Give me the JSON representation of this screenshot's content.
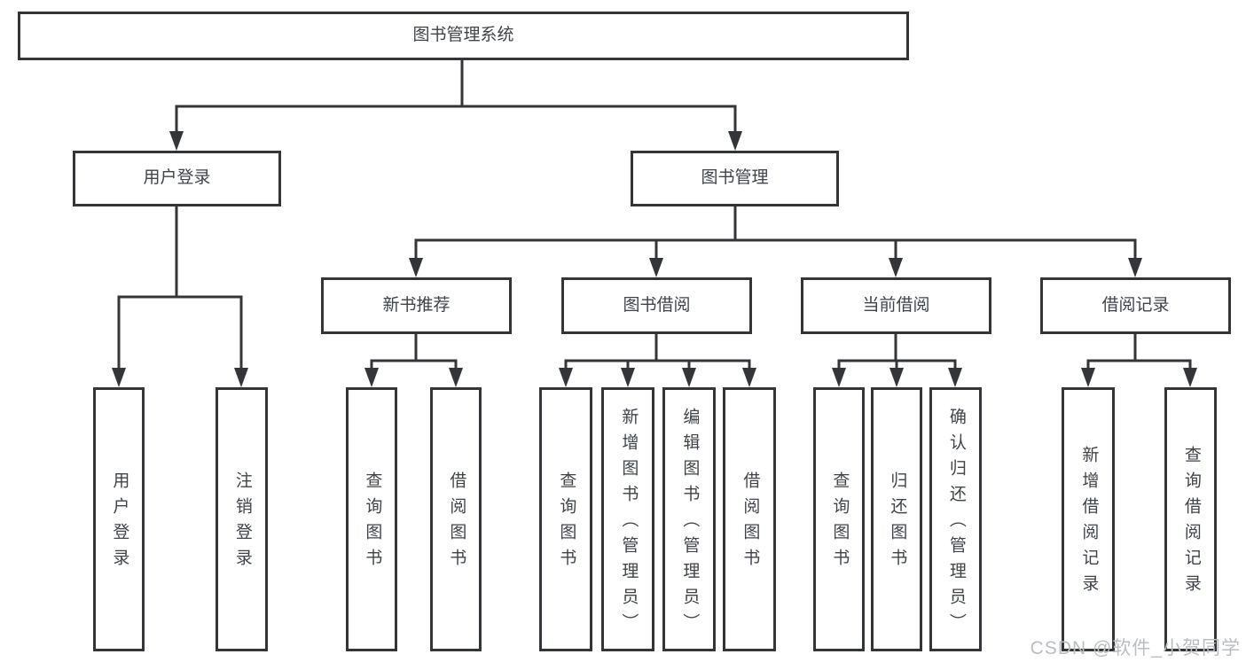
{
  "tree": {
    "root": {
      "label": "图书管理系统"
    },
    "user_login": {
      "label": "用户登录",
      "children": [
        {
          "label": "用户登录"
        },
        {
          "label": "注销登录"
        }
      ]
    },
    "book_mgmt": {
      "label": "图书管理",
      "children": [
        {
          "label": "新书推荐",
          "children": [
            {
              "label": "查询图书"
            },
            {
              "label": "借阅图书"
            }
          ]
        },
        {
          "label": "图书借阅",
          "children": [
            {
              "label": "查询图书"
            },
            {
              "label": "新增图书（管理员）"
            },
            {
              "label": "编辑图书（管理员）"
            },
            {
              "label": "借阅图书"
            }
          ]
        },
        {
          "label": "当前借阅",
          "children": [
            {
              "label": "查询图书"
            },
            {
              "label": "归还图书"
            },
            {
              "label": "确认归还（管理员）"
            }
          ]
        },
        {
          "label": "借阅记录",
          "children": [
            {
              "label": "新增借阅记录"
            },
            {
              "label": "查询借阅记录"
            }
          ]
        }
      ]
    }
  },
  "watermark": "CSDN @软件_小贺同学",
  "colors": {
    "line": "#333538",
    "box_border": "#333538",
    "box_fill": "#ffffff",
    "text": "#3f434a",
    "watermark": "#b9bdc1"
  }
}
